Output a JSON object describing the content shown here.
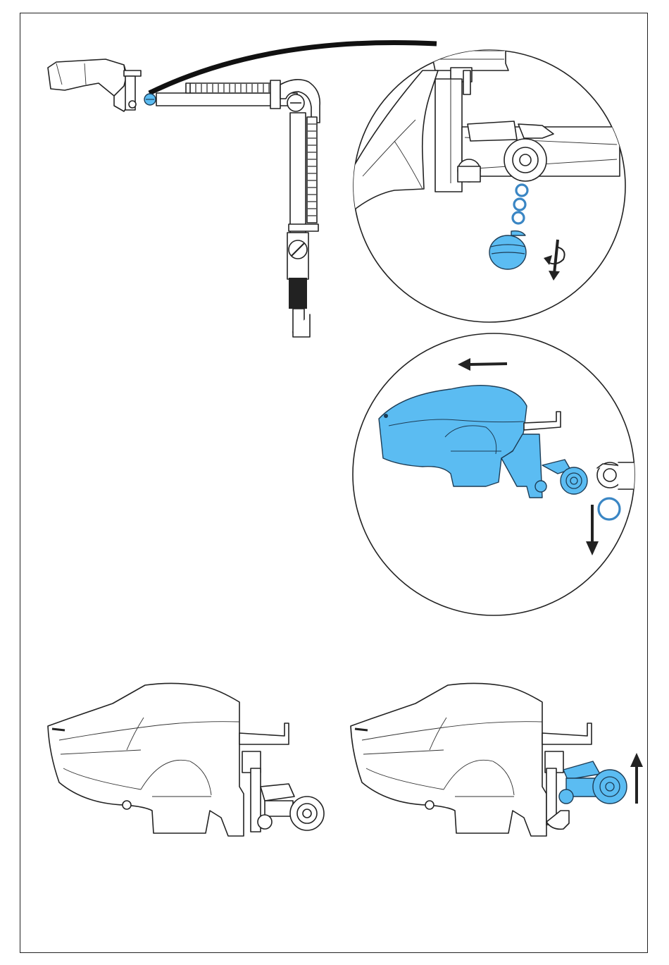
{
  "colors": {
    "accent": "#5bbcf2",
    "accent_dark": "#3a86c4",
    "line": "#222222",
    "background": "#ffffff"
  },
  "panels": [
    {
      "name": "overview-lamp-arm",
      "label": ""
    },
    {
      "name": "detail-remove-cap",
      "label": ""
    },
    {
      "name": "detail-remove-handle",
      "label": ""
    },
    {
      "name": "lamp-head-before",
      "label": ""
    },
    {
      "name": "lamp-head-after",
      "label": ""
    }
  ],
  "icons": [
    "rotate-icon",
    "arrow-down-icon",
    "arrow-left-icon",
    "arrow-up-icon",
    "o-ring-icon"
  ]
}
